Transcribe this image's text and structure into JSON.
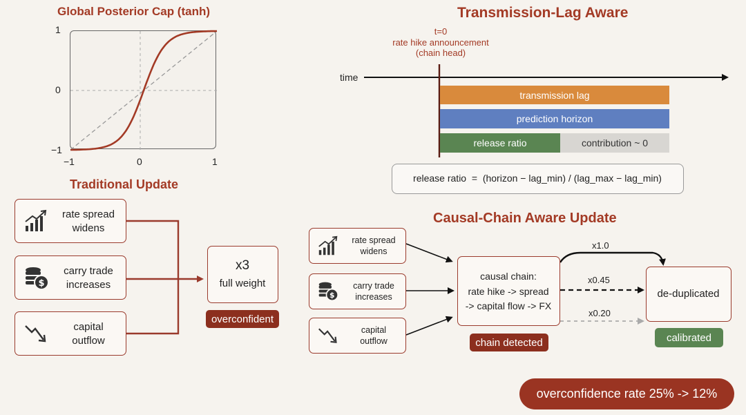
{
  "tanh_panel": {
    "title": "Global Posterior Cap (tanh)",
    "y_ticks": [
      "1",
      "0",
      "−1"
    ],
    "x_ticks": [
      "−1",
      "0",
      "1"
    ]
  },
  "traditional": {
    "title": "Traditional Update",
    "inputs": [
      {
        "line1": "rate spread",
        "line2": "widens",
        "icon": "rising-bar-chart-icon"
      },
      {
        "line1": "carry trade",
        "line2": "increases",
        "icon": "coin-stack-icon"
      },
      {
        "line1": "capital",
        "line2": "outflow",
        "icon": "falling-arrow-icon"
      }
    ],
    "result_line1": "x3",
    "result_line2": "full weight",
    "badge": "overconfident"
  },
  "lag": {
    "title": "Transmission-Lag Aware",
    "anchor_line1": "t=0",
    "anchor_line2": "rate hike announcement",
    "anchor_line3": "(chain head)",
    "time_label": "time",
    "bar_transmission": "transmission lag",
    "bar_horizon": "prediction horizon",
    "bar_release": "release ratio",
    "bar_contribution": "contribution ~ 0",
    "formula": "release ratio  =  (horizon − lag_min) / (lag_max − lag_min)"
  },
  "causal": {
    "title": "Causal-Chain Aware Update",
    "inputs": [
      {
        "line1": "rate spread",
        "line2": "widens",
        "icon": "rising-bar-chart-icon"
      },
      {
        "line1": "carry trade",
        "line2": "increases",
        "icon": "coin-stack-icon"
      },
      {
        "line1": "capital",
        "line2": "outflow",
        "icon": "falling-arrow-icon"
      }
    ],
    "chain_line1": "causal chain:",
    "chain_line2": "rate hike -> spread",
    "chain_line3": "-> capital flow -> FX",
    "badge_chain": "chain detected",
    "weight_1": "x1.0",
    "weight_2": "x0.45",
    "weight_3": "x0.20",
    "result": "de-duplicated",
    "badge_result": "calibrated"
  },
  "summary": "overconfidence rate 25% -> 12%",
  "colors": {
    "accent": "#a33a25",
    "badge_red": "#8c2f1e",
    "orange": "#d98a3c",
    "blue": "#5f7fc0",
    "green": "#5a8552",
    "grey": "#d8d6d2"
  }
}
